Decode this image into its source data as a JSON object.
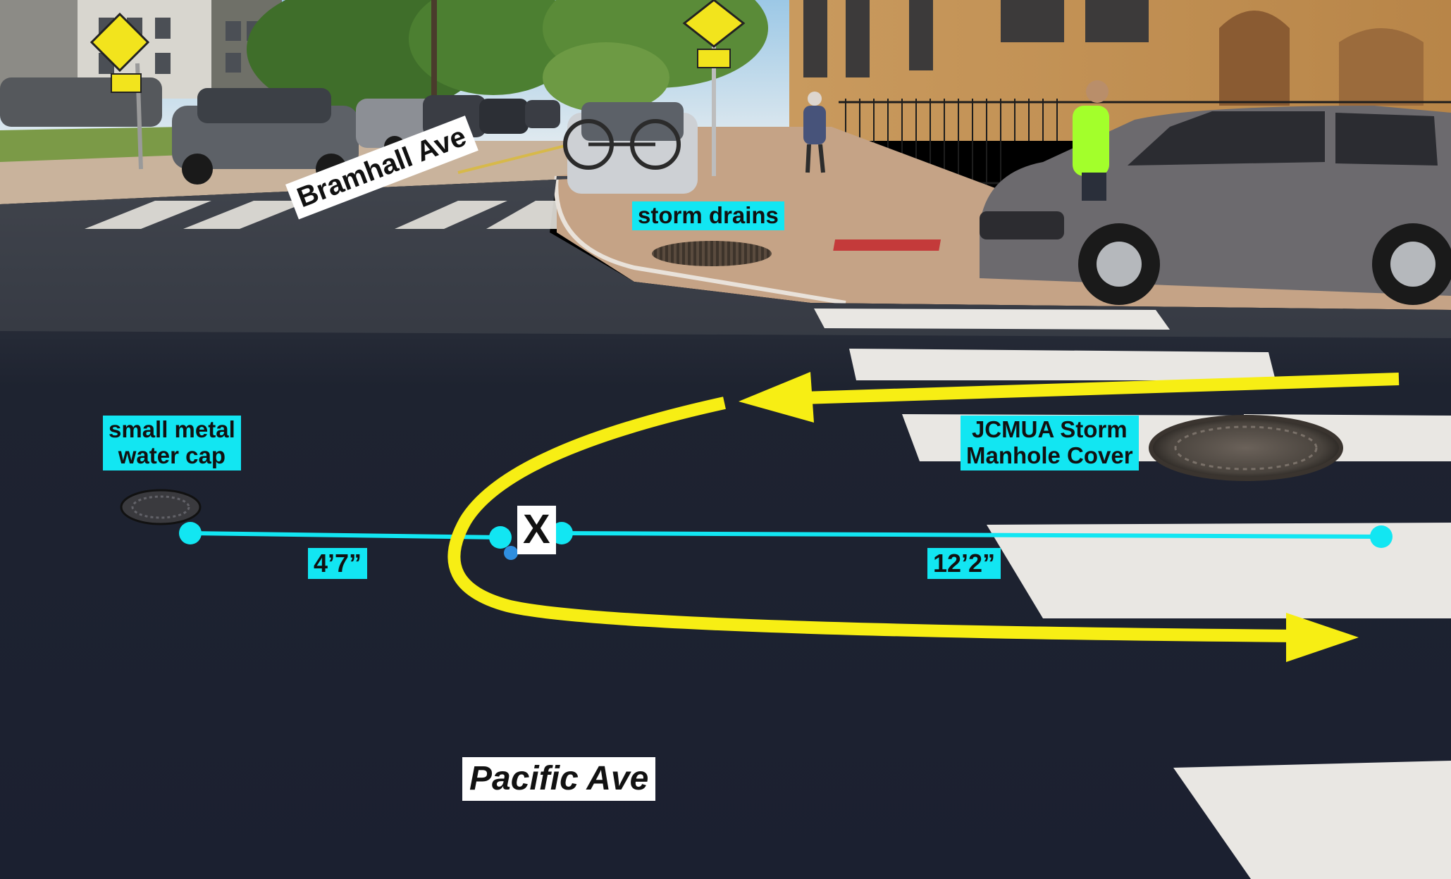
{
  "street_labels": {
    "cross_street": "Bramhall Ave",
    "main_street": "Pacific Ave"
  },
  "callouts": {
    "storm_drains": "storm drains",
    "water_cap_line1": "small metal",
    "water_cap_line2": "water cap",
    "manhole_line1": "JCMUA Storm",
    "manhole_line2": "Manhole Cover"
  },
  "measurements": {
    "left_distance": "4’7”",
    "right_distance": "12’2”"
  },
  "marker": {
    "label": "X"
  },
  "colors": {
    "callout_fill": "#12e6f2",
    "measure_line": "#12e6f2",
    "path_arrow": "#f7ee14",
    "road": "#1f2430"
  },
  "icons": {
    "pedestrian_sign": "pedestrian-crossing-sign",
    "arrow": "yellow-u-turn-arrow"
  }
}
